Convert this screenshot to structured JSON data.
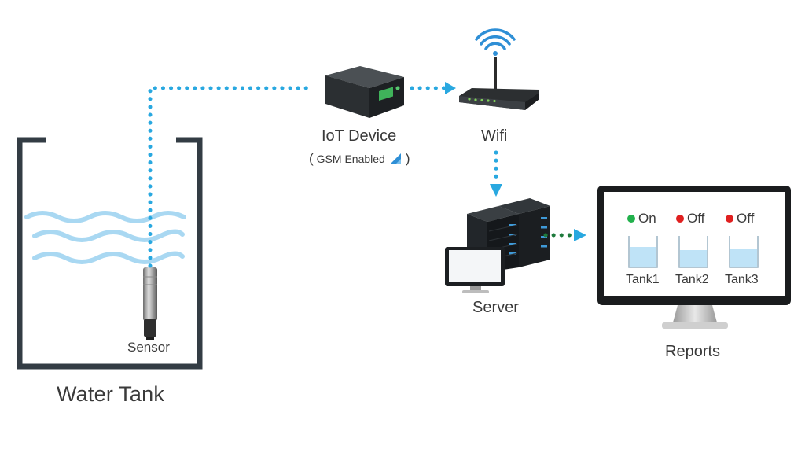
{
  "labels": {
    "water_tank": "Water Tank",
    "sensor": "Sensor",
    "iot_device": "IoT Device",
    "gsm_open": "(",
    "gsm_text": "GSM Enabled",
    "gsm_close": ")",
    "wifi": "Wifi",
    "server": "Server",
    "reports": "Reports"
  },
  "dashboard": {
    "tanks": [
      {
        "name": "Tank1",
        "status": "On",
        "status_color": "#22b14c",
        "fill_level": 0.65
      },
      {
        "name": "Tank2",
        "status": "Off",
        "status_color": "#e02020",
        "fill_level": 0.55
      },
      {
        "name": "Tank3",
        "status": "Off",
        "status_color": "#e02020",
        "fill_level": 0.6
      }
    ]
  },
  "colors": {
    "link_blue": "#29a8e0",
    "link_green": "#1e7a3c",
    "wave": "#a9d8f2",
    "tank_wall": "#333c44",
    "tank_fill": "#bfe3f7",
    "signal": "#2e8fd6"
  },
  "icons": [
    "wifi-signal-icon",
    "gsm-signal-icon",
    "sensor-probe-icon",
    "iot-box-icon",
    "router-icon",
    "server-rack-icon",
    "monitor-icon"
  ]
}
